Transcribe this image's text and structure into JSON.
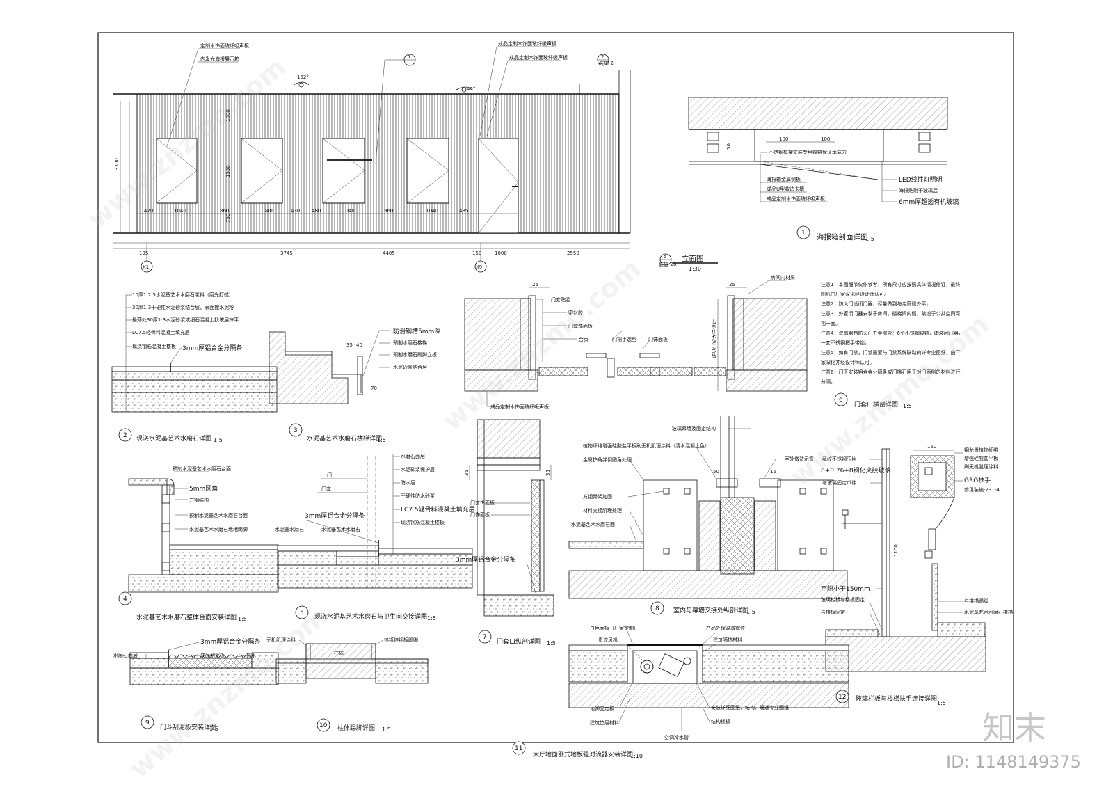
{
  "elevation": {
    "callouts_top": [
      "定制木饰面玻纤吸声板",
      "内发光海报展示箱",
      "成品定制木饰面玻纤吸声板",
      "成品定制木饰面玻纤吸声板"
    ],
    "section_marks": [
      "1",
      "2"
    ],
    "section_sub": "-",
    "section_sub2": "装施-2",
    "angle_marks": [
      "152°",
      "45°"
    ],
    "vert_dims": [
      "1000",
      "1550",
      "750"
    ],
    "total_height": "3300",
    "window_dims": [
      "470",
      "1040",
      "860",
      "1040",
      "430",
      "480",
      "1040",
      "960",
      "1040",
      "485"
    ],
    "bottom_dims": [
      "195",
      "3745",
      "4405",
      "150",
      "1000",
      "2550"
    ],
    "axes": [
      "X1",
      "X9"
    ],
    "title_num": "5",
    "title_sheet": "装施-20",
    "title": "立面图",
    "scale": "1:30"
  },
  "detail1": {
    "labels": [
      "不锈钢框架安装专用铰链保证承载力",
      "海报箱金属侧板",
      "成品U型收边卡槽",
      "成品定制木饰面玻纤吸声板",
      "LED线性灯照明",
      "海报贴附于玻璃后",
      "6mm厚超透有机玻璃"
    ],
    "dims": [
      "50",
      "100",
      "100"
    ],
    "num": "1",
    "title": "海报箱剖面详图",
    "scale": "1:5"
  },
  "notes": [
    "注意1：本图细节仅作参考，所有尺寸应按照具体情况修订，最终",
    "图纸由厂家深化经设计师认可。",
    "注意2：防火门设闭门器，尽量做到与走廊侧外平。",
    "注意3：外置闭门器安装于房间，楼梯间内侧，禁设于公共空间可",
    "视一面。",
    "注意4：双扇钢制防火门五金需含：6个不锈钢铰链，暗装闭门器，",
    "一套不锈钢把手带锁。",
    "注意5：如有门禁，门锁需要与门禁系统联动的详专业图纸，由厂",
    "家深化并经设计师认可。",
    "注意6：门下安装铝合金分隔条或门槛石用于对门两侧的材料进行",
    "分隔。"
  ],
  "detail2": {
    "labels": [
      "10厚1:2.5水泥基艺术水磨石浆料（磨光打蜡）",
      "30厚1:3干硬性水泥砂浆结合层，表面撒水泥粉",
      "最薄处30厚1:3水泥砂浆或细石混凝土找坡层抹平",
      "LC7.5轻骨料混凝土填充层",
      "现浇钢筋混凝土楼板",
      "3mm厚铝合金分隔条"
    ],
    "num": "2",
    "title": "现浇水泥基艺术水磨石详图",
    "scale": "1:5"
  },
  "detail3": {
    "labels": [
      "防滑钢槽5mm深",
      "预制水磨石楼梯",
      "预制水磨石踢脚立板",
      "水泥砂浆结合层"
    ],
    "dims": [
      "35",
      "40",
      "70"
    ],
    "num": "3",
    "title": "水泥基艺术水磨石楼梯详图",
    "scale": "1:5"
  },
  "detail6": {
    "labels": [
      "门套贴脸",
      "密封胶",
      "门套饰面板",
      "合页",
      "门把手选型",
      "门饰面板",
      "成品定制木饰面玻纤吸声板",
      "房间内材质",
      "详见门窗大样设计"
    ],
    "dims": [
      "25",
      "25"
    ],
    "num": "6",
    "title": "门套口横剖详图",
    "scale": "1:5"
  },
  "detail4": {
    "labels": [
      "预制水泥基艺术水磨石台面",
      "5mm圆角",
      "方钢结构",
      "预制水泥基艺术水磨石台面",
      "水泥基艺术水磨石墙地踢脚"
    ],
    "num": "4",
    "title": "水泥基艺术水磨石整体台面安装详图",
    "scale": "1:5"
  },
  "detail5": {
    "labels": [
      "门",
      "门套",
      "3mm厚铝合金分隔条",
      "水泥基水磨石",
      "水泥基艺术水磨石",
      "水磨石面层",
      "水泥砂浆保护层",
      "防水层",
      "干硬性防水砂浆",
      "LC7.5轻骨料混凝土填充层",
      "现浇钢筋混凝土楼板"
    ],
    "num": "5",
    "title": "现浇水泥基艺术水磨石与卫生间交接详图",
    "scale": "1:5"
  },
  "detail7": {
    "labels": [
      "门套饰面板",
      "门饰面板",
      "3mm厚铝合金分隔条"
    ],
    "dims": [
      "35",
      "35"
    ],
    "num": "7",
    "title": "门套口纵剖详图",
    "scale": "1:5"
  },
  "detail8": {
    "labels": [
      "玻璃幕墙及固定结构",
      "植物纤维增强硅酸盐平板刷无机肌理涂料（清水混凝土色）",
      "金属护角并倒圆角处理",
      "方钢骨架加固",
      "材料交接肌理处理",
      "水泥基艺术水磨石面",
      "室外做法示意"
    ],
    "dims": [
      "50",
      "15"
    ],
    "num": "8",
    "title": "室内与幕墙交接处纵剖详图",
    "scale": "1:5"
  },
  "detail12": {
    "labels": [
      "乱纹不锈钢压片",
      "8+0.76+8钢化夹胶玻璃",
      "与玻璃固定爪件",
      "钢龙骨植物纤维",
      "增强硅酸盐平板",
      "刷无机肌理涂料",
      "GRG扶手",
      "参见装施-231-4",
      "空隙小于150mm",
      "玻璃栏板与楼板固定",
      "与楼板固定",
      "与楼梯踢脚",
      "水泥基艺术水磨石楼梯"
    ],
    "dims": [
      "150",
      "1100"
    ],
    "num": "12",
    "title": "玻璃栏板与楼梯扶手连接详图",
    "scale": "1:5"
  },
  "detail9": {
    "labels": [
      "3mm厚铝合金分隔条",
      "成品刮泥板",
      "排水",
      "水磨石面层"
    ],
    "num": "9",
    "title": "门斗刮泥板安装详图",
    "scale": "1:5"
  },
  "detail10": {
    "labels": [
      "无机肌理涂料",
      "柱体",
      "热镀锌钢板踢脚"
    ],
    "num": "10",
    "title": "柱体踢脚详图",
    "scale": "1:5"
  },
  "detail11": {
    "labels": [
      "白色面板（厂家定制）",
      "贯流风机",
      "产品外保温减震盒",
      "建筑隔热材料",
      "地脚固定板",
      "建筑垫层材料",
      "安装详细图纸，结构、暖通专业图纸",
      "结构楼板",
      "空调冷水管"
    ],
    "num": "11",
    "title": "大厅地面卧式地板强对流器安装详图",
    "scale": "1:10"
  },
  "watermark": {
    "text": "www.znzmo.com",
    "brand": "知末",
    "id": "ID: 1148149375"
  }
}
